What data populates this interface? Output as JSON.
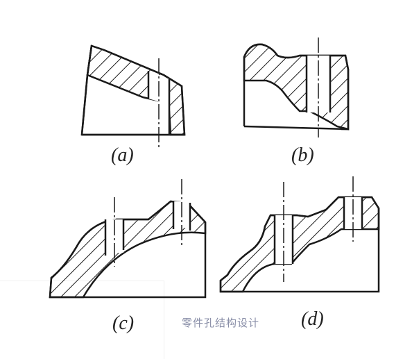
{
  "figure": {
    "labels": {
      "a": "(a)",
      "b": "(b)",
      "c": "(c)",
      "d": "(d)"
    },
    "watermark": "零件孔结构设计"
  },
  "colors": {
    "ink": "#1a1a1a",
    "background": "#ffffff",
    "watermark": "#8a8fa8"
  }
}
